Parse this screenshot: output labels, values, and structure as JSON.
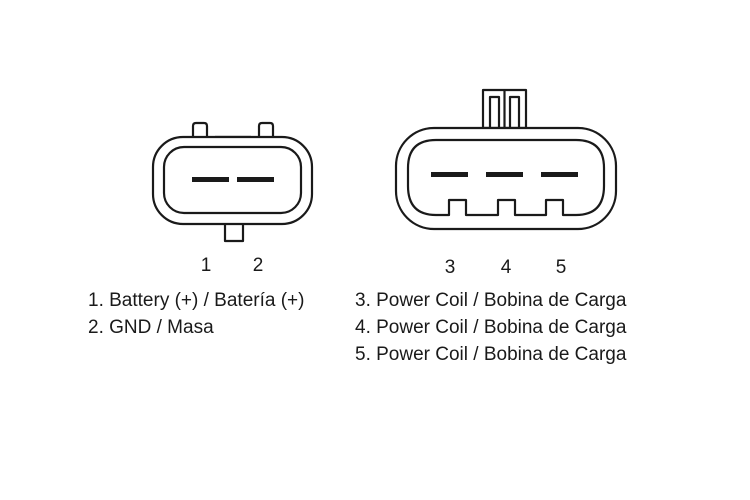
{
  "connector_left": {
    "pin_labels": [
      "1",
      "2"
    ]
  },
  "connector_right": {
    "pin_labels": [
      "3",
      "4",
      "5"
    ]
  },
  "legend_left": [
    "1. Battery (+) / Batería (+)",
    "2. GND / Masa"
  ],
  "legend_right": [
    "3. Power Coil / Bobina de Carga",
    "4. Power Coil / Bobina de Carga",
    "5. Power Coil / Bobina de Carga"
  ],
  "colors": {
    "stroke": "#1a1a1a",
    "background": "#ffffff"
  }
}
